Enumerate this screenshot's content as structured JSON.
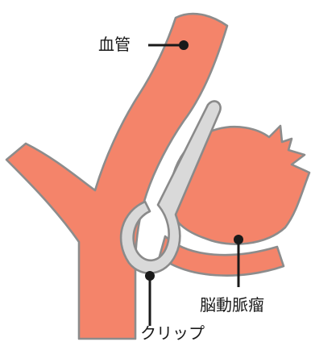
{
  "labels": {
    "vessel": "血管",
    "aneurysm": "脳動脈瘤",
    "clip": "クリップ"
  },
  "colors": {
    "vessel_fill": "#f4846a",
    "vessel_outline": "#8c8c8c",
    "clip_fill": "#d9d9d9",
    "clip_outline": "#8a8a8a",
    "leader_line": "#1a1a1a",
    "background": "#ffffff"
  }
}
